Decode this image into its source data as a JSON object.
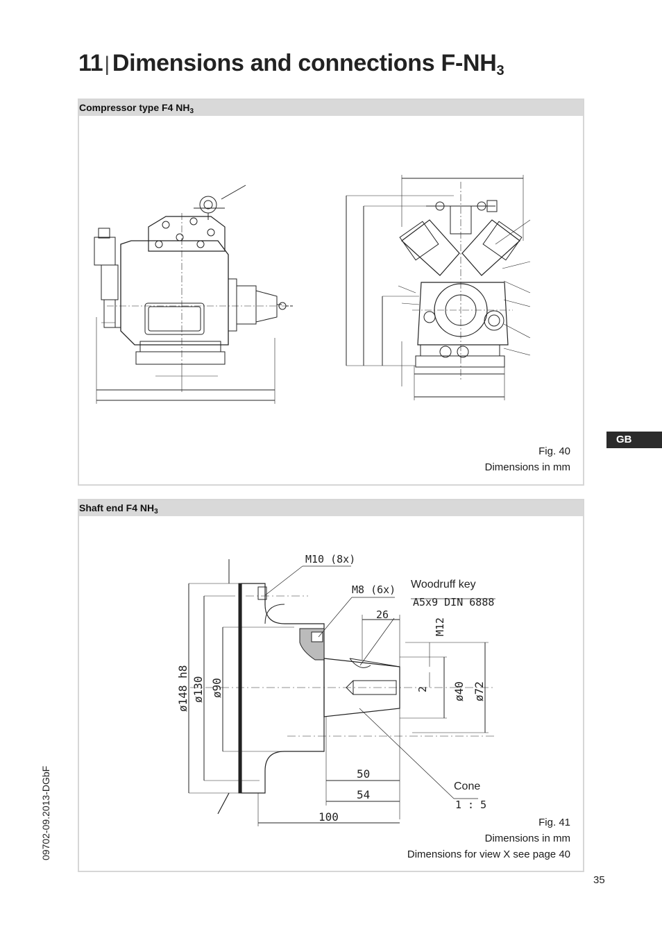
{
  "header": {
    "chapter_number": "11",
    "separator": "|",
    "title_main": "Dimensions and connections F-NH",
    "title_sub": "3"
  },
  "panel1": {
    "heading_main": "Compressor type F4 NH",
    "heading_sub": "3",
    "caption_fig": "Fig. 40",
    "caption_units": "Dimensions in mm"
  },
  "panel2": {
    "heading_main": "Shaft end F4 NH",
    "heading_sub": "3",
    "caption_fig": "Fig. 41",
    "caption_units": "Dimensions in mm",
    "caption_note": "Dimensions for view X see page 40",
    "drawing": {
      "m10": "M10 (8x)",
      "m8": "M8 (6x)",
      "woodruff_label": "Woodruff key",
      "woodruff_spec": "A5x9 DIN 6888",
      "dim_26": "26",
      "m12": "M12",
      "d148": "ø148 h8",
      "d130": "ø130",
      "d90": "ø90",
      "dim_2": "2",
      "d40": "ø40",
      "d72": "ø72",
      "dim_50": "50",
      "dim_54": "54",
      "dim_100": "100",
      "cone_label": "Cone",
      "cone_ratio": "1 : 5"
    }
  },
  "side_tab": {
    "label": "GB"
  },
  "footer": {
    "doc_code": "09702-09.2013-DGbF",
    "page_number": "35"
  },
  "icons": {
    "language-tab": "filled-dark-tab"
  }
}
